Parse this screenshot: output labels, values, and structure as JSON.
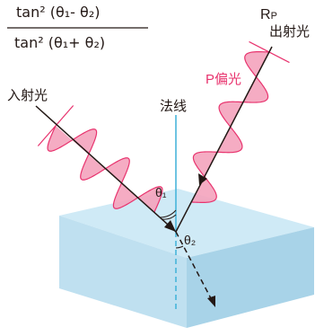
{
  "formula": {
    "numerator": "tan² (θ₁- θ₂)",
    "denominator": "tan² (θ₁+ θ₂)"
  },
  "labels": {
    "incident_light": "入射光",
    "normal": "法线",
    "p_polarized": "P偏光",
    "rp_symbol": "R",
    "rp_subscript": "P",
    "exit_light": "出射光",
    "theta1": "θ₁",
    "theta2": "θ₂"
  },
  "colors": {
    "wave_fill": "#f4a3bd",
    "wave_stroke": "#e8336e",
    "normal_line": "#3fb1d8",
    "block_top": "#cfeaf6",
    "block_front": "#bfe0f0",
    "block_side": "#a8d3e8",
    "p_label": "#e8336e",
    "ray": "#231815"
  }
}
